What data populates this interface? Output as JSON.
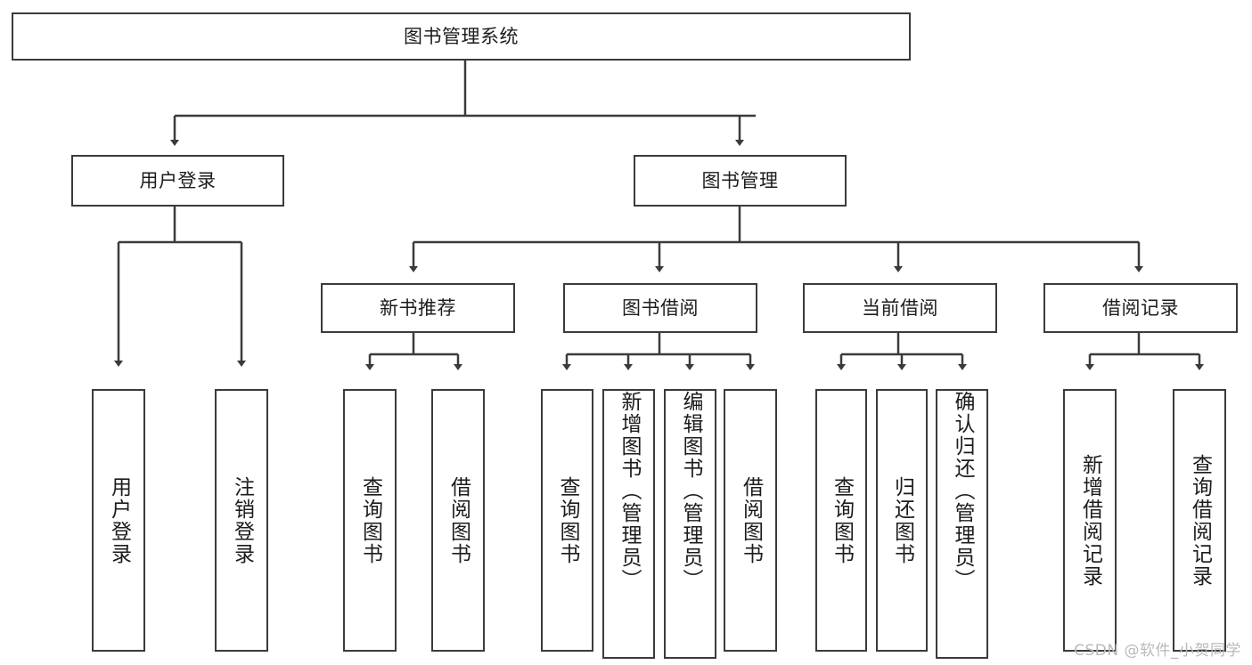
{
  "diagram": {
    "title": "图书管理系统",
    "type": "hierarchy-tree",
    "style": {
      "box_border_color": "#3b3b3b",
      "box_fill_color": "#ffffff",
      "edge_color": "#3b3b3b",
      "text_color": "#1c1c1c",
      "background": "#ffffff"
    },
    "levels": {
      "level1": [
        {
          "id": "root",
          "label": "图书管理系统"
        }
      ],
      "level2": [
        {
          "id": "user-login",
          "label": "用户登录"
        },
        {
          "id": "book-manage",
          "label": "图书管理"
        }
      ],
      "level3": [
        {
          "id": "new-book-rec",
          "label": "新书推荐"
        },
        {
          "id": "book-borrow",
          "label": "图书借阅"
        },
        {
          "id": "current-borrow",
          "label": "当前借阅"
        },
        {
          "id": "borrow-record",
          "label": "借阅记录"
        }
      ],
      "level4": [
        {
          "id": "leaf-user-login",
          "label": "用户登录",
          "parent": "user-login"
        },
        {
          "id": "leaf-user-logout",
          "label": "注销登录",
          "parent": "user-login"
        },
        {
          "id": "leaf-query-book-1",
          "label": "查询图书",
          "parent": "new-book-rec"
        },
        {
          "id": "leaf-borrow-book-1",
          "label": "借阅图书",
          "parent": "new-book-rec"
        },
        {
          "id": "leaf-query-book-2",
          "label": "查询图书",
          "parent": "book-borrow"
        },
        {
          "id": "leaf-add-book",
          "label": "新增图书（管理员）",
          "parent": "book-borrow"
        },
        {
          "id": "leaf-edit-book",
          "label": "编辑图书（管理员）",
          "parent": "book-borrow"
        },
        {
          "id": "leaf-borrow-book-2",
          "label": "借阅图书",
          "parent": "book-borrow"
        },
        {
          "id": "leaf-query-book-3",
          "label": "查询图书",
          "parent": "current-borrow"
        },
        {
          "id": "leaf-return-book",
          "label": "归还图书",
          "parent": "current-borrow"
        },
        {
          "id": "leaf-confirm-return",
          "label": "确认归还（管理员）",
          "parent": "current-borrow"
        },
        {
          "id": "leaf-add-record",
          "label": "新增借阅记录",
          "parent": "borrow-record"
        },
        {
          "id": "leaf-query-record",
          "label": "查询借阅记录",
          "parent": "borrow-record"
        }
      ]
    }
  },
  "watermark": {
    "text": "CSDN @软件_小贺同学"
  }
}
